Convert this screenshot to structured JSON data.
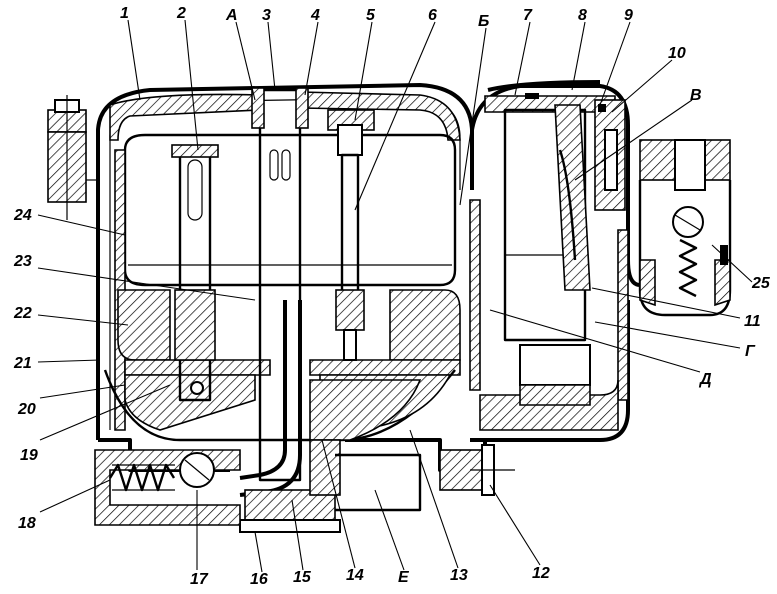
{
  "figure": {
    "labels": [
      {
        "id": "1",
        "text": "1"
      },
      {
        "id": "2",
        "text": "2"
      },
      {
        "id": "A",
        "text": "А"
      },
      {
        "id": "3",
        "text": "3"
      },
      {
        "id": "4",
        "text": "4"
      },
      {
        "id": "5",
        "text": "5"
      },
      {
        "id": "6",
        "text": "6"
      },
      {
        "id": "B_cyr",
        "text": "Б"
      },
      {
        "id": "7",
        "text": "7"
      },
      {
        "id": "8",
        "text": "8"
      },
      {
        "id": "9",
        "text": "9"
      },
      {
        "id": "10",
        "text": "10"
      },
      {
        "id": "V",
        "text": "В"
      },
      {
        "id": "24",
        "text": "24"
      },
      {
        "id": "23",
        "text": "23"
      },
      {
        "id": "22",
        "text": "22"
      },
      {
        "id": "21",
        "text": "21"
      },
      {
        "id": "20",
        "text": "20"
      },
      {
        "id": "19",
        "text": "19"
      },
      {
        "id": "18",
        "text": "18"
      },
      {
        "id": "17",
        "text": "17"
      },
      {
        "id": "16",
        "text": "16"
      },
      {
        "id": "15",
        "text": "15"
      },
      {
        "id": "14",
        "text": "14"
      },
      {
        "id": "E",
        "text": "Е"
      },
      {
        "id": "13",
        "text": "13"
      },
      {
        "id": "12",
        "text": "12"
      },
      {
        "id": "D",
        "text": "Д"
      },
      {
        "id": "G",
        "text": "Г"
      },
      {
        "id": "11",
        "text": "11"
      },
      {
        "id": "25",
        "text": "25"
      }
    ]
  }
}
